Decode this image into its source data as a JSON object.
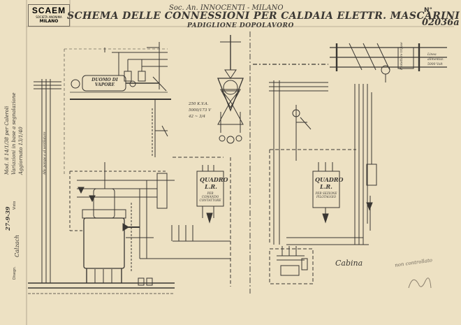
{
  "title_block": {
    "logo_name": "SCAEM",
    "logo_sub": "SOCIETÀ ANONIMA",
    "logo_city": "MILANO",
    "company": "Soc. An. INNOCENTI - MILANO",
    "title": "SCHEMA DELLE CONNESSIONI PER CALDAIA ELETTR. MASCARINI",
    "subtitle": "PADIGLIONE DOPOLAVORO",
    "number_label": "N°",
    "drawing_number": "02036a"
  },
  "left_margin": {
    "revision_note": "Mod. il 14/1/38 per Caleroli",
    "revision_line2": "Variazioni in base a segnalazione",
    "revision_line3": "Aggiornato 13/1/40",
    "date_stamp": "27-9-39",
    "visto_label": "Visto",
    "checked_label": "Calzach",
    "disegn_label": "Disegn."
  },
  "labels": {
    "steam": "DUOMO DI VAPORE",
    "transformer_specs": "250 K.V.A.  5000/173 V  42 ~ 3/4",
    "panel_left_title": "QUADRO L.R.",
    "panel_left_note": "PER COMANDO CONTATTORE",
    "panel_right_title": "QUADRO L.R.",
    "panel_right_note": "PER SEZIONE PILOTAGGIO",
    "protection_box": "Protettore trifase",
    "supply_note": "Linea alimentaz. 5000 Volt",
    "left_line_note": "Alle pompe e al ventilatore",
    "cabina": "Cabina",
    "not_checked": "non controllato"
  },
  "colors": {
    "paper": "#ede1c3",
    "ink": "#3a3733",
    "faint": "#8a7f6d"
  }
}
